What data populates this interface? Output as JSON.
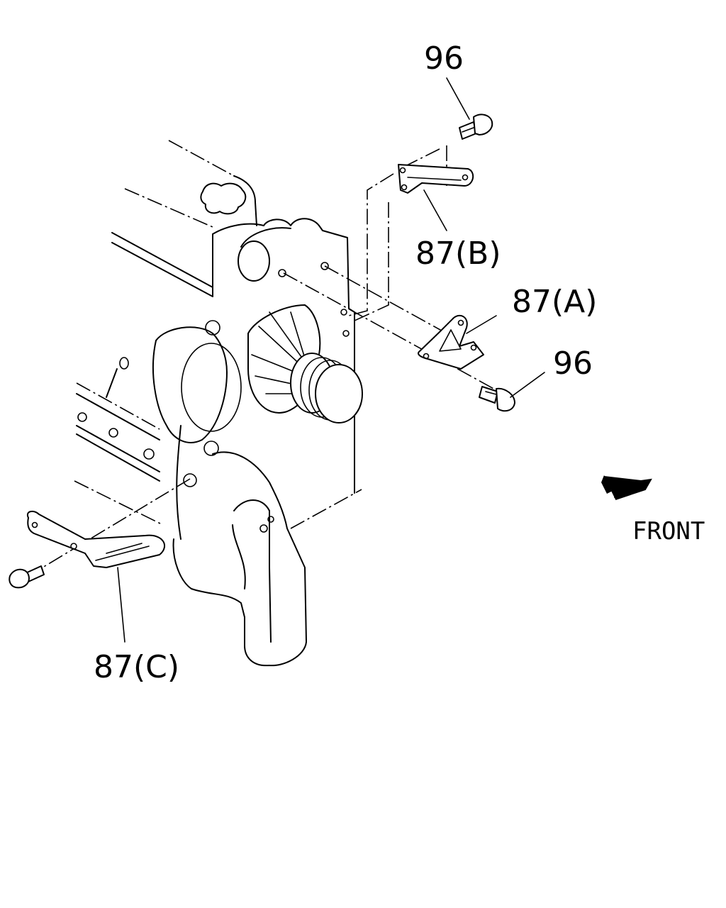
{
  "callouts": {
    "bolt_top": "96",
    "bracket_b": "87(B)",
    "bracket_a": "87(A)",
    "bolt_right": "96",
    "bracket_c": "87(C)"
  },
  "direction": {
    "label": "FRONT"
  }
}
